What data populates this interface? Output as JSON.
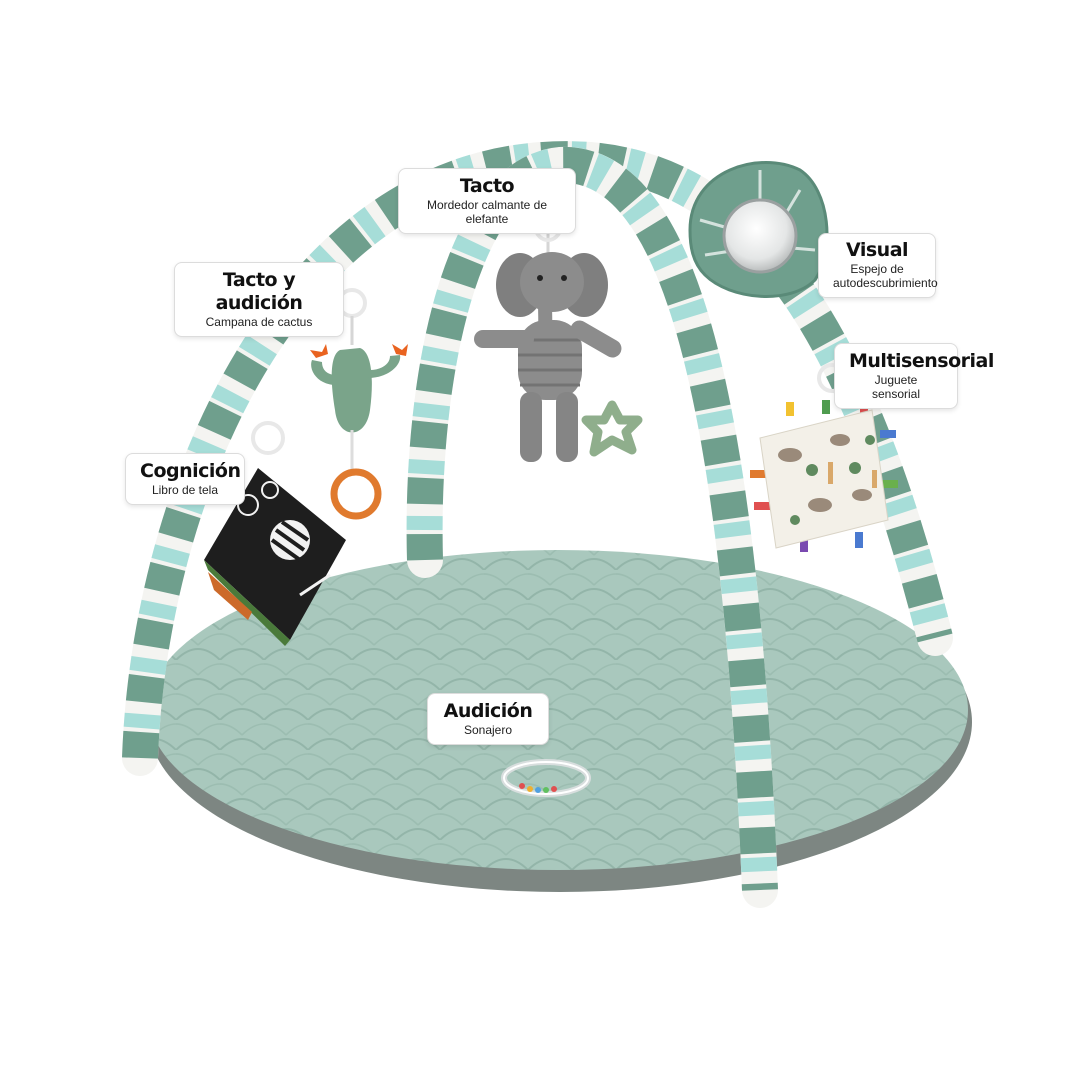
{
  "colors": {
    "mat": "#a9c8bd",
    "mat_edge": "#7d8682",
    "arch_green": "#6f9f8d",
    "arch_mint": "#a6ddd8",
    "arch_white": "#f4f4f1",
    "elephant": "#8c8c8c",
    "cactus": "#7aa48a",
    "ring_orange": "#e07a2e"
  },
  "labels": {
    "tacto": {
      "title": "Tacto",
      "sub": "Mordedor calmante de elefante"
    },
    "tacto_audicion": {
      "title": "Tacto y audición",
      "sub": "Campana de cactus"
    },
    "visual": {
      "title": "Visual",
      "sub_line1": "Espejo de",
      "sub_line2": "autodescubrimiento"
    },
    "multisensorial": {
      "title": "Multisensorial",
      "sub": "Juguete sensorial"
    },
    "cognicion": {
      "title": "Cognición",
      "sub": "Libro de tela"
    },
    "audicion": {
      "title": "Audición",
      "sub": "Sonajero"
    }
  }
}
